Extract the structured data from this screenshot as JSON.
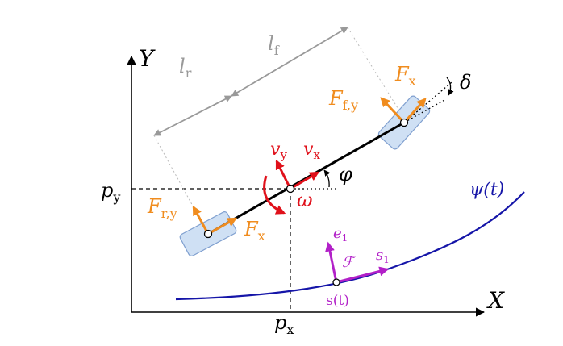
{
  "colors": {
    "axis": "#000000",
    "gray": "#999999",
    "orange": "#f08c1e",
    "red": "#e0101a",
    "blue": "#1515a8",
    "magenta": "#b220c8",
    "wheel_fill": "#cfe0f4",
    "wheel_stroke": "#7f9fcf"
  },
  "axes": {
    "x_label": "X",
    "y_label": "Y"
  },
  "lengths": {
    "rear": {
      "sym": "l",
      "sub": "r"
    },
    "front": {
      "sym": "l",
      "sub": "f"
    }
  },
  "angles": {
    "steering": "δ",
    "heading": "φ",
    "omega": "ω"
  },
  "velocities": {
    "vx": {
      "sym": "v",
      "sub": "x"
    },
    "vy": {
      "sym": "v",
      "sub": "y"
    }
  },
  "forces": {
    "front_y": {
      "sym": "F",
      "sub": "f,y"
    },
    "front_x": {
      "sym": "F",
      "sub": "x"
    },
    "rear_y": {
      "sym": "F",
      "sub": "r,y"
    },
    "rear_x": {
      "sym": "F",
      "sub": "x"
    }
  },
  "position": {
    "px": {
      "sym": "p",
      "sub": "x"
    },
    "py": {
      "sym": "p",
      "sub": "y"
    }
  },
  "path": {
    "label": "ψ(t)"
  },
  "frame": {
    "e1": {
      "sym": "e",
      "sub": "1"
    },
    "s1": {
      "sym": "s",
      "sub": "1"
    },
    "name": "ℱ",
    "point": "s(t)"
  }
}
